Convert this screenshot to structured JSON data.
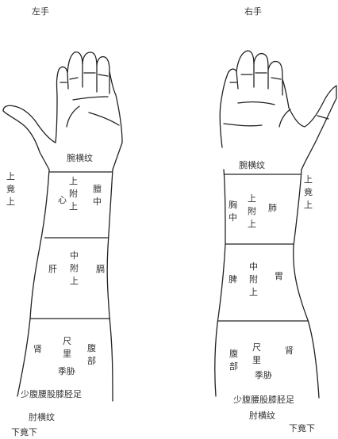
{
  "left_arm": {
    "title": "左手",
    "wrist": "腕横纹",
    "upper_side": "上竟上",
    "upper_center_fu": "上附上",
    "upper_heart": "心",
    "upper_danzhong": "膻中",
    "middle_center": "中附上",
    "middle_liver": "肝",
    "middle_gedan": "膈",
    "lower_kidney": "肾",
    "lower_chi_li": "尺里",
    "lower_abdomen": "腹部",
    "lower_jixie": "季胁",
    "bottom_row": "少腹腰股膝胫足",
    "elbow": "肘横纹",
    "below_elbow": "下竟下"
  },
  "right_arm": {
    "title": "右手",
    "wrist": "腕横纹",
    "upper_side": "上竟上",
    "upper_center_fu": "上附上",
    "upper_chest": "胸中",
    "upper_lung": "肺",
    "middle_center": "中附上",
    "middle_spleen": "脾",
    "middle_stomach": "胃",
    "lower_kidney": "肾",
    "lower_chi_li": "尺里",
    "lower_abdomen": "腹部",
    "lower_jixie": "季胁",
    "bottom_row": "少腹腰股膝胫足",
    "elbow": "肘横纹",
    "below_elbow": "下竟下"
  }
}
